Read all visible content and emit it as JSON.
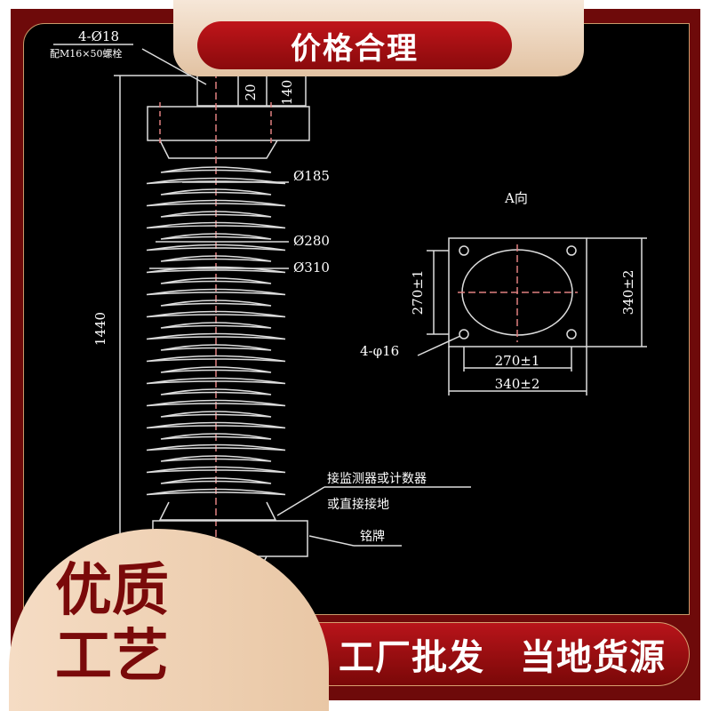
{
  "banner_top": "价格合理",
  "banner_bottom": [
    "工厂批发",
    "当地货源"
  ],
  "badge": [
    "优质",
    "工艺"
  ],
  "drawing": {
    "bolt_label": "4-Ø18",
    "bolt_note": "配M16×50螺栓",
    "dim_20": "20",
    "dim_140": "140",
    "dia_185": "Ø185",
    "dia_280": "Ø280",
    "dia_310": "Ø310",
    "height": "1440",
    "view_label": "A向",
    "hole_label": "4-φ16",
    "inner_w": "270±1",
    "outer_w": "340±2",
    "inner_h": "270±1",
    "outer_h": "340±2",
    "monitor_note": "接监测器或计数器",
    "ground_note": "或直接接地",
    "nameplate": "铭牌"
  },
  "colors": {
    "brand_red": "#9a0d10",
    "frame": "#6e0a0a",
    "cream": "#f2d6bc"
  }
}
